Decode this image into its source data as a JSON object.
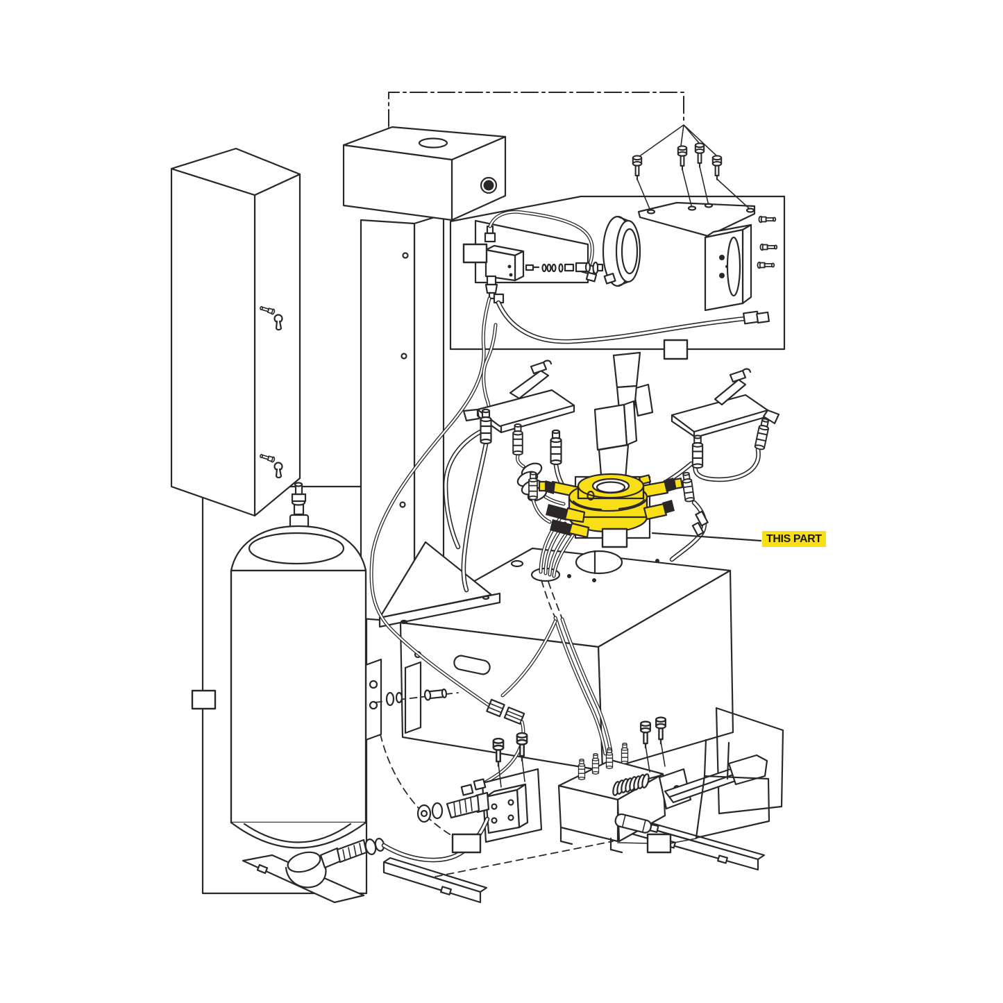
{
  "callout": {
    "label": "THIS PART",
    "bg": "#f8df17",
    "text_color": "#1a1a1a"
  },
  "colors": {
    "background": "#ffffff",
    "line": "#2b2728",
    "highlight": "#f8df17"
  },
  "highlighted_part": "rotary-air-coupler",
  "empty_label_boxes": 6,
  "parts": [
    "wall-cabinet",
    "tower-column",
    "tower-cap",
    "gauge-bracket-detail",
    "air-regulator",
    "pressure-gauge",
    "mounting-bracket",
    "cap-screws",
    "side-cover",
    "air-hose",
    "left-foot-pedal",
    "inflator-handle",
    "right-foot-pedal",
    "coiled-hose",
    "tee-fittings",
    "rotary-air-coupler",
    "hose-bundle",
    "air-tank",
    "tank-valve",
    "tank-drain-elbow",
    "main-table",
    "gusset-bracket",
    "inline-hose-unions",
    "left-valve-block",
    "pedal-valve-assembly",
    "return-spring",
    "muffler",
    "pedal-lever",
    "frame-rails"
  ]
}
